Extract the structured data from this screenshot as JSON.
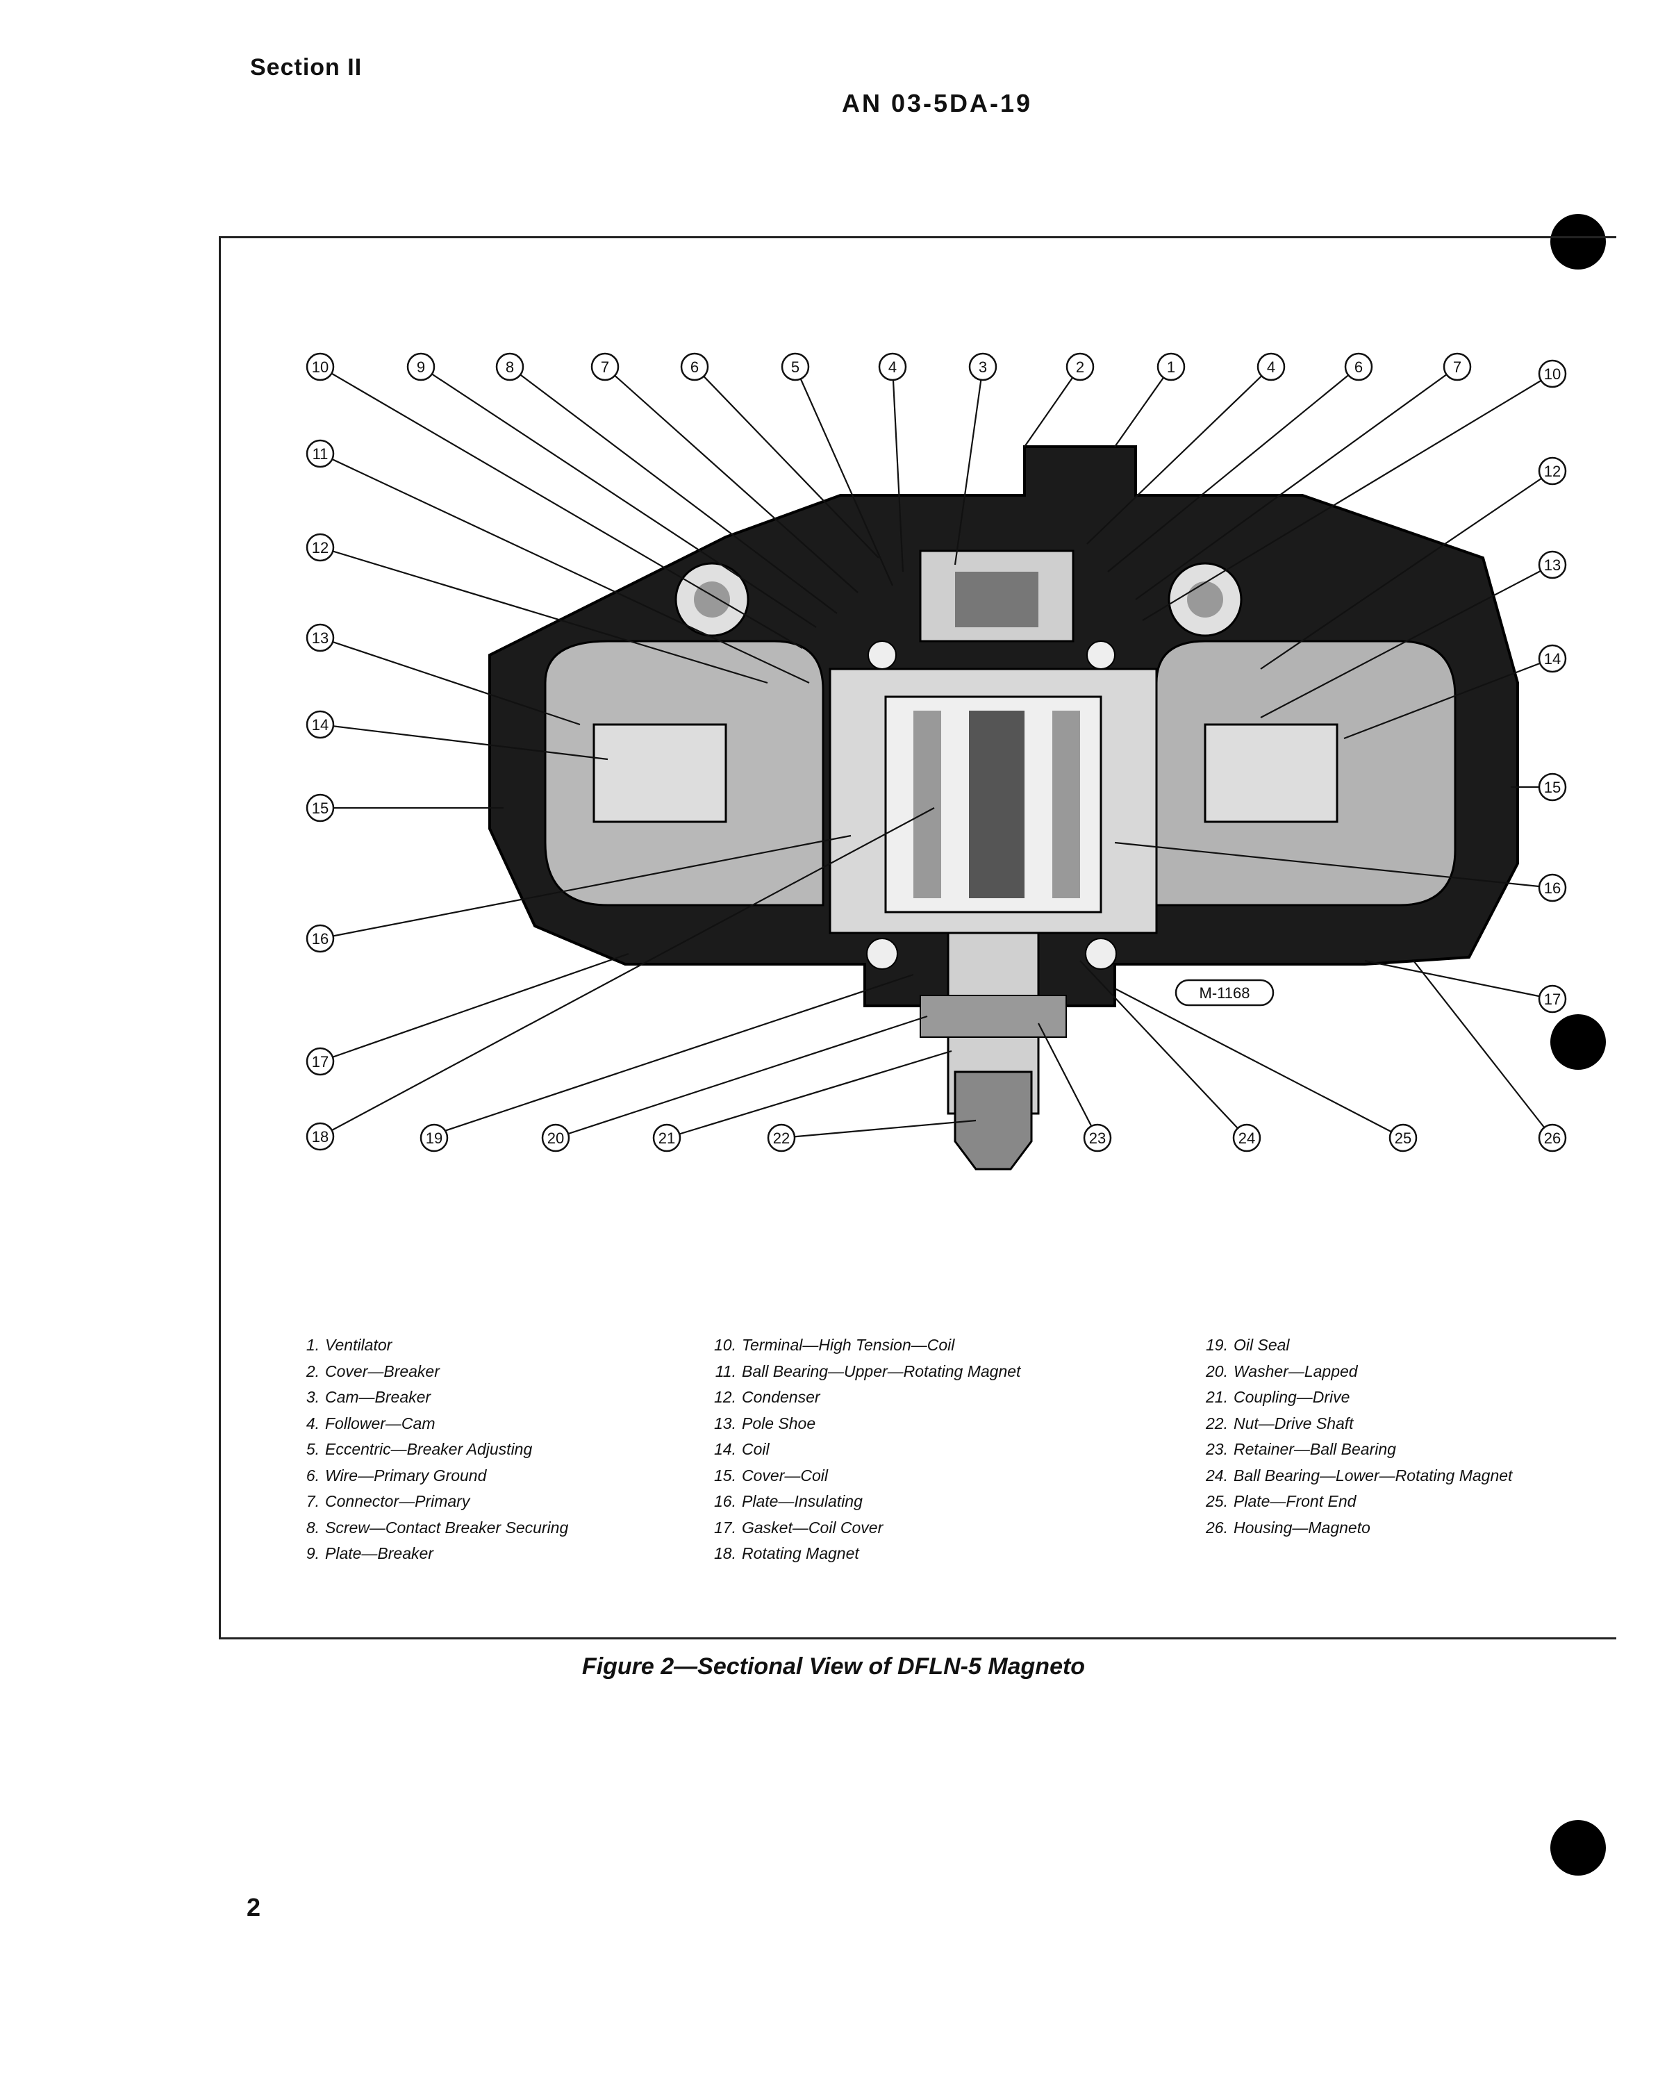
{
  "header": {
    "section": "Section II",
    "doc_number": "AN 03-5DA-19"
  },
  "diagram": {
    "ref_code": "M-1168"
  },
  "legend": {
    "col1": [
      {
        "num": "1.",
        "text": "Ventilator"
      },
      {
        "num": "2.",
        "text": "Cover—Breaker"
      },
      {
        "num": "3.",
        "text": "Cam—Breaker"
      },
      {
        "num": "4.",
        "text": "Follower—Cam"
      },
      {
        "num": "5.",
        "text": "Eccentric—Breaker Adjusting"
      },
      {
        "num": "6.",
        "text": "Wire—Primary Ground"
      },
      {
        "num": "7.",
        "text": "Connector—Primary"
      },
      {
        "num": "8.",
        "text": "Screw—Contact Breaker Securing"
      },
      {
        "num": "9.",
        "text": "Plate—Breaker"
      }
    ],
    "col2": [
      {
        "num": "10.",
        "text": "Terminal—High Tension—Coil"
      },
      {
        "num": "11.",
        "text": "Ball Bearing—Upper—Rotating Magnet"
      },
      {
        "num": "12.",
        "text": "Condenser"
      },
      {
        "num": "13.",
        "text": "Pole Shoe"
      },
      {
        "num": "14.",
        "text": "Coil"
      },
      {
        "num": "15.",
        "text": "Cover—Coil"
      },
      {
        "num": "16.",
        "text": "Plate—Insulating"
      },
      {
        "num": "17.",
        "text": "Gasket—Coil Cover"
      },
      {
        "num": "18.",
        "text": "Rotating Magnet"
      }
    ],
    "col3": [
      {
        "num": "19.",
        "text": "Oil Seal"
      },
      {
        "num": "20.",
        "text": "Washer—Lapped"
      },
      {
        "num": "21.",
        "text": "Coupling—Drive"
      },
      {
        "num": "22.",
        "text": "Nut—Drive Shaft"
      },
      {
        "num": "23.",
        "text": "Retainer—Ball Bearing"
      },
      {
        "num": "24.",
        "text": "Ball Bearing—Lower—Rotating Magnet"
      },
      {
        "num": "25.",
        "text": "Plate—Front End"
      },
      {
        "num": "26.",
        "text": "Housing—Magneto"
      }
    ]
  },
  "caption": "Figure 2—Sectional View of DFLN-5 Magneto",
  "page_number": "2"
}
